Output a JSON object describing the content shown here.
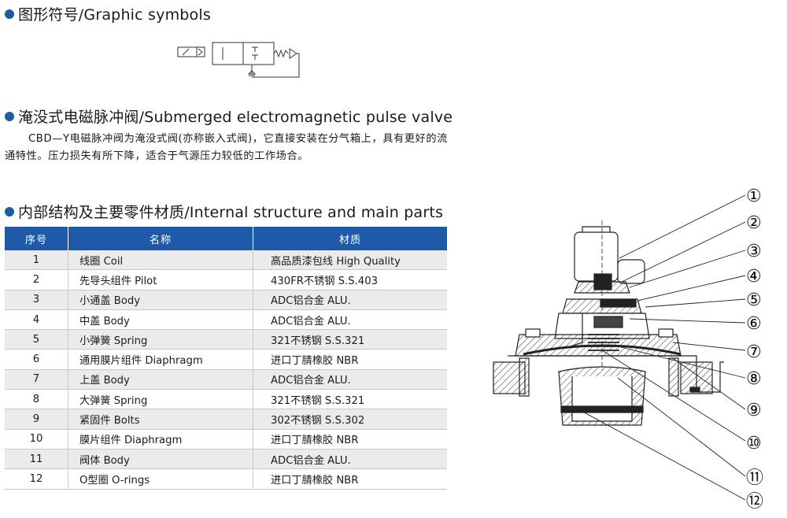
{
  "headings": {
    "graphic_symbols": "图形符号/Graphic symbols",
    "valve_title": "淹没式电磁脉冲阀/Submerged electromagnetic pulse valve",
    "internal_structure": "内部结构及主要零件材质/Internal structure and main parts"
  },
  "description": "CBD—Y电磁脉冲阀为淹没式阀(亦称嵌入式阀)，它直接安装在分气箱上，具有更好的流通特性。压力损失有所下降，适合于气源压力较低的工作场合。",
  "table": {
    "headers": [
      "序号",
      "名称",
      "材质"
    ],
    "rows": [
      [
        "1",
        "线圈 Coil",
        "高品质漆包线 High Quality"
      ],
      [
        "2",
        "先导头组件 Pilot",
        "430FR不锈钢 S.S.403"
      ],
      [
        "3",
        "小通盖 Body",
        "ADC铝合金 ALU."
      ],
      [
        "4",
        "中盖 Body",
        "ADC铝合金 ALU."
      ],
      [
        "5",
        "小弹簧 Spring",
        "321不锈钢 S.S.321"
      ],
      [
        "6",
        "通用膜片组件 Diaphragm",
        "进口丁腈橡胶 NBR"
      ],
      [
        "7",
        "上盖 Body",
        "ADC铝合金 ALU."
      ],
      [
        "8",
        "大弹簧 Spring",
        "321不锈钢 S.S.321"
      ],
      [
        "9",
        "紧固件 Bolts",
        "302不锈钢 S.S.302"
      ],
      [
        "10",
        "膜片组件 Diaphragm",
        "进口丁腈橡胶 NBR"
      ],
      [
        "11",
        "阀体 Body",
        "ADC铝合金 ALU."
      ],
      [
        "12",
        "O型圈 O-rings",
        "进口丁腈橡胶 NBR"
      ]
    ]
  },
  "callouts": [
    "①",
    "②",
    "③",
    "④",
    "⑤",
    "⑥",
    "⑦",
    "⑧",
    "⑨",
    "⑩",
    "⑪",
    "⑫"
  ],
  "colors": {
    "accent": "#1e5aa8",
    "row_alt": "#ebebeb"
  }
}
